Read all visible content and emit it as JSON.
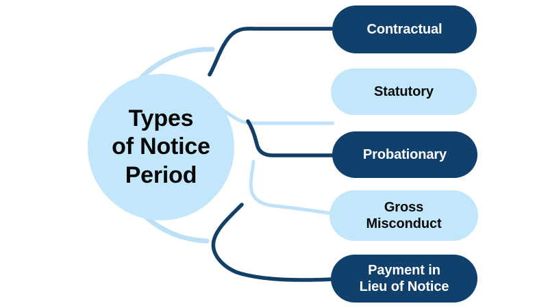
{
  "diagram": {
    "title": "Types of Notice Period",
    "background_color": "#ffffff",
    "center": {
      "label": "Types\nof Notice\nPeriod",
      "fill_color": "#c3e7fa",
      "ring_color": "#bde0f7",
      "text_color": "#060606"
    },
    "colors": {
      "dark": "#10406c",
      "light": "#c3e7fa",
      "dark_text": "#ffffff",
      "light_text": "#080808",
      "connector_dark": "#123f68",
      "connector_light": "#bfe2fa"
    },
    "nodes": [
      {
        "label": "Contractual",
        "style": "dark",
        "fill_color": "#10406c",
        "text_color": "#ffffff",
        "connector_color": "#123f68"
      },
      {
        "label": "Statutory",
        "style": "light",
        "fill_color": "#c3e7fa",
        "text_color": "#080808",
        "connector_color": "#bfe2fa"
      },
      {
        "label": "Probationary",
        "style": "dark",
        "fill_color": "#10406c",
        "text_color": "#ffffff",
        "connector_color": "#123f68"
      },
      {
        "label": "Gross\nMisconduct",
        "style": "light",
        "fill_color": "#c3e7fa",
        "text_color": "#080808",
        "connector_color": "#bfe2fa"
      },
      {
        "label": "Payment in\nLieu of Notice",
        "style": "dark",
        "fill_color": "#10406c",
        "text_color": "#ffffff",
        "connector_color": "#123f68"
      }
    ]
  }
}
